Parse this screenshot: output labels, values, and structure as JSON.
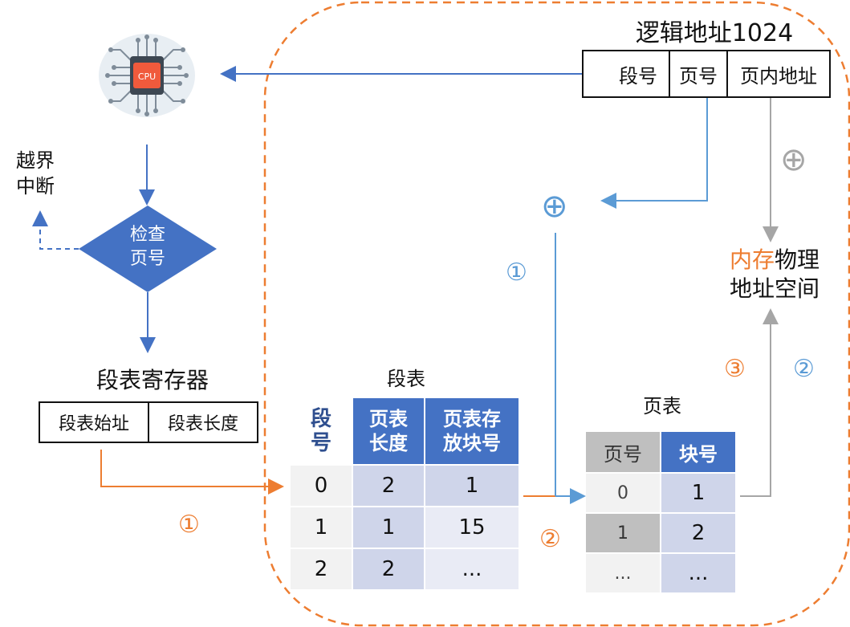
{
  "logical_address": {
    "title": "逻辑地址1024",
    "fields": [
      "段号",
      "页号",
      "页内地址"
    ]
  },
  "cpu": {
    "label": "CPU"
  },
  "interrupt": {
    "line1": "越界",
    "line2": "中断"
  },
  "check": {
    "line1": "检查",
    "line2": "页号"
  },
  "segment_register": {
    "title": "段表寄存器",
    "fields": [
      "段表始址",
      "段表长度"
    ]
  },
  "segment_table": {
    "title": "段表",
    "headers": [
      [
        "段",
        "号"
      ],
      [
        "页表",
        "长度"
      ],
      [
        "页表存",
        "放块号"
      ]
    ],
    "rows": [
      [
        "0",
        "2",
        "1"
      ],
      [
        "1",
        "1",
        "15"
      ],
      [
        "2",
        "2",
        "..."
      ]
    ]
  },
  "page_table": {
    "title": "页表",
    "headers": [
      "页号",
      "块号"
    ],
    "rows": [
      [
        "0",
        "1"
      ],
      [
        "1",
        "2"
      ],
      [
        "...",
        "..."
      ]
    ]
  },
  "memory": {
    "part1": "内存",
    "part2": "物理",
    "line2": "地址空间"
  },
  "markers": {
    "orange_1": "①",
    "orange_2": "②",
    "orange_3": "③",
    "blue_1": "①",
    "blue_2": "②",
    "adder": "⊕"
  },
  "colors": {
    "blue": "#4472c4",
    "light_blue": "#5b9bd5",
    "orange": "#ed7d31",
    "gray": "#a6a6a6"
  }
}
